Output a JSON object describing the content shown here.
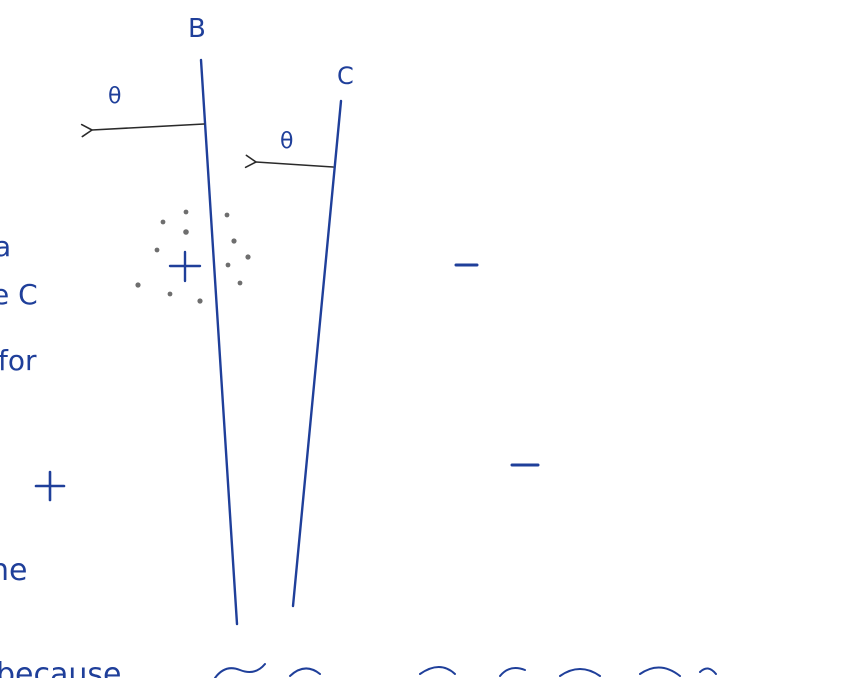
{
  "labels": {
    "line_b": "B",
    "line_c": "C",
    "angle_b": "θ",
    "angle_c": "θ",
    "charge_center": "+",
    "charge_right_upper": "−",
    "charge_right_lower": "−",
    "charge_left": "+"
  },
  "margin_text": {
    "line1": "a",
    "line2": "e C",
    "line3": "for",
    "line4": "he",
    "bottom": "because"
  },
  "colors": {
    "ink_blue": "#1f3f9a",
    "ink_black": "#2a2a2a",
    "dot_gray": "#6e6e6e"
  }
}
